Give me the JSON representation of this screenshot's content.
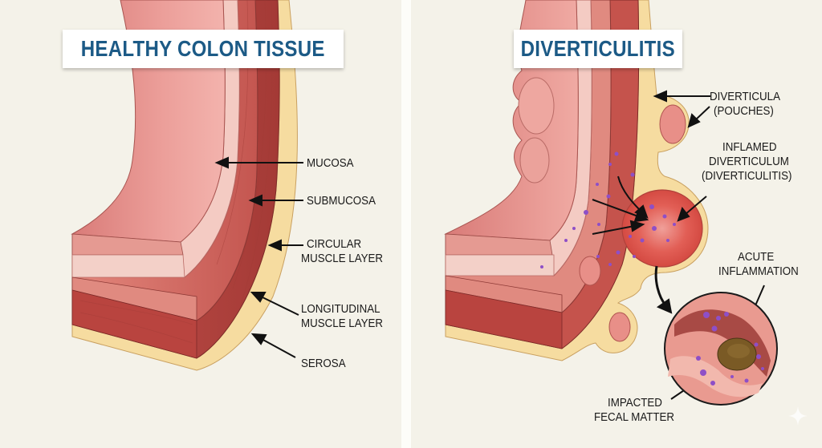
{
  "panels": {
    "healthy": {
      "title": "HEALTHY COLON TISSUE",
      "labels": {
        "mucosa": "MUCOSA",
        "submucosa": "SUBMUCOSA",
        "circular_line1": "CIRCULAR",
        "circular_line2": "MUSCLE LAYER",
        "longitudinal_line1": "LONGITUDINAL",
        "longitudinal_line2": "MUSCLE LAYER",
        "serosa": "SEROSA"
      }
    },
    "diverticulitis": {
      "title": "DIVERTICULITIS",
      "labels": {
        "diverticula_line1": "DIVERTICULA",
        "diverticula_line2": "(POUCHES)",
        "inflamed_line1": "INFLAMED",
        "inflamed_line2": "DIVERTICULUM",
        "inflamed_line3": "(DIVERTICULITIS)",
        "acute_line1": "ACUTE",
        "acute_line2": "INFLAMMATION",
        "impacted_line1": "IMPACTED",
        "impacted_line2": "FECAL MATTER"
      }
    }
  },
  "colors": {
    "background": "#f4f2e9",
    "title_text": "#1c5a86",
    "mucosa": "#e08a86",
    "submucosa": "#f2c4bc",
    "muscle_circular": "#d9776d",
    "muscle_longitudinal": "#b9443f",
    "serosa": "#f6dca0",
    "inflammation": "#e2473f",
    "immune_cells": "#8e4fc7",
    "fecal_matter": "#7a5a25"
  },
  "icons": {
    "watermark": "sparkle-icon"
  }
}
